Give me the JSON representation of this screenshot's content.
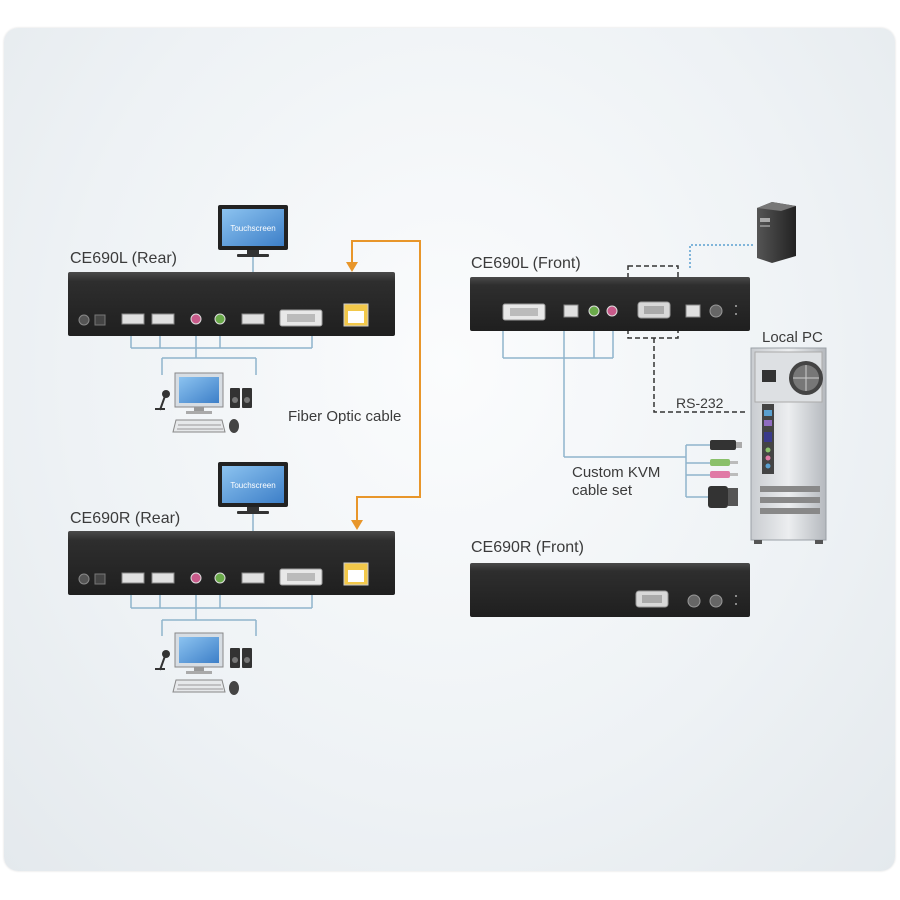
{
  "labels": {
    "ce690l_rear": "CE690L (Rear)",
    "ce690r_rear": "CE690R (Rear)",
    "ce690l_front": "CE690L (Front)",
    "ce690r_front": "CE690R (Front)",
    "fiber_optic": "Fiber Optic cable",
    "local_pc": "Local PC",
    "rs232": "RS-232",
    "custom_kvm_line1": "Custom KVM",
    "custom_kvm_line2": "cable set",
    "touchscreen_top": "Touchscreen",
    "touchscreen_bottom": "Touchscreen"
  },
  "colors": {
    "device_body": "#2b2b2b",
    "fiber_cable": "#e8962a",
    "cable_line": "#8fb4cc",
    "dashed_line": "#333333",
    "dotted_line": "#5aa0d0",
    "screen_blue": "#5b9cd8"
  },
  "icons": [
    "touchscreen-monitor-icon",
    "desktop-monitor-icon",
    "speakers-icon",
    "microphone-icon",
    "keyboard-icon",
    "mouse-icon",
    "tower-pc-icon",
    "local-pc-icon",
    "dvi-port-icon",
    "usb-port-icon",
    "audio-jack-icon",
    "serial-port-icon",
    "fiber-port-icon"
  ]
}
